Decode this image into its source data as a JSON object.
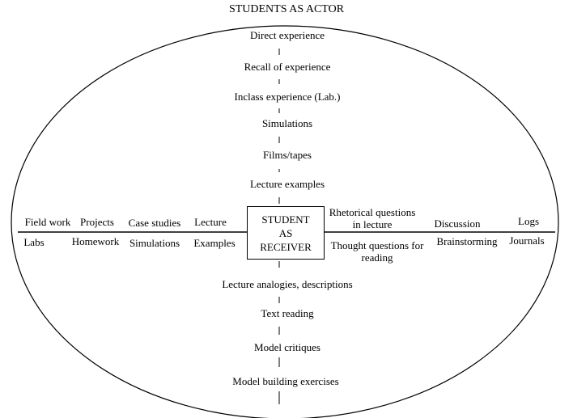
{
  "title": "STUDENTS AS ACTOR",
  "center": {
    "line1": "STUDENT",
    "line2": "AS",
    "line3": "RECEIVER"
  },
  "top_items": [
    "Direct experience",
    "Recall of experience",
    "Inclass experience (Lab.)",
    "Simulations",
    "Films/tapes",
    "Lecture examples"
  ],
  "bottom_items": [
    "Lecture analogies, descriptions",
    "Text reading",
    "Model critiques",
    "Model building exercises"
  ],
  "left_upper": [
    "Field work",
    "Projects",
    "Case studies",
    "Lecture"
  ],
  "left_lower": [
    "Labs",
    "Homework",
    "Simulations",
    "Examples"
  ],
  "right_upper": {
    "rhetorical_line1": "Rhetorical questions",
    "rhetorical_line2": "in lecture",
    "discussion": "Discussion",
    "logs": "Logs"
  },
  "right_lower": {
    "thought_line1": "Thought questions for",
    "thought_line2": "reading",
    "brainstorming": "Brainstorming",
    "journals": "Journals"
  }
}
